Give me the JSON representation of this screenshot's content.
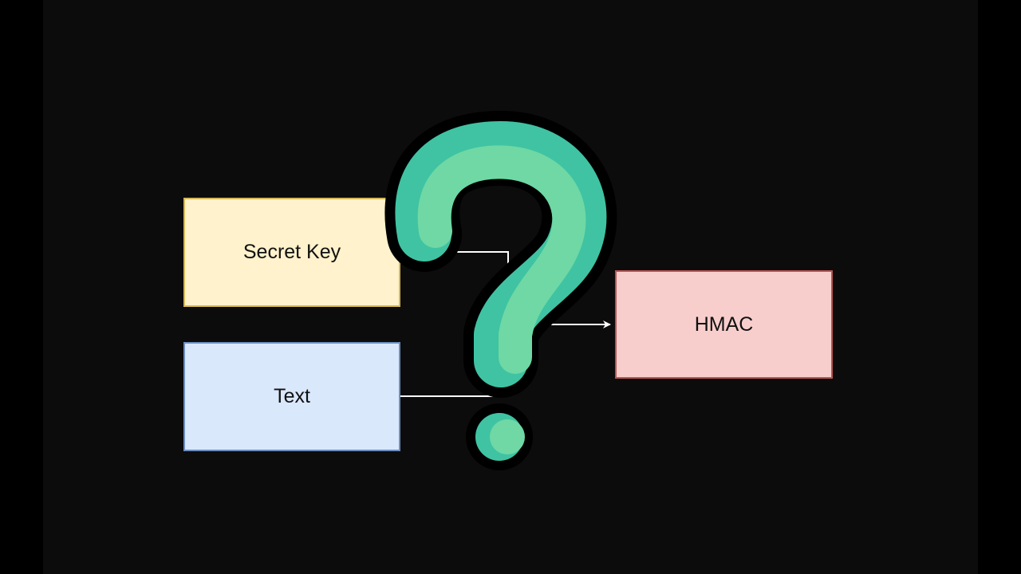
{
  "nodes": {
    "secret_key": {
      "label": "Secret Key",
      "fill": "#fff2cc",
      "stroke": "#d6b656"
    },
    "text": {
      "label": "Text",
      "fill": "#dae8fc",
      "stroke": "#6c8ebf"
    },
    "hmac": {
      "label": "HMAC",
      "fill": "#f8cecc",
      "stroke": "#b85450"
    }
  },
  "edges": [
    {
      "from": "secret_key",
      "to": "hmac"
    },
    {
      "from": "text",
      "to": "hmac"
    }
  ],
  "overlay_icon": {
    "name": "question-mark-icon",
    "fill": "#6fd8a4",
    "shade": "#3fc3a3",
    "outline": "#000000"
  },
  "colors": {
    "connector": "#ffffff",
    "canvas": "#0c0c0c",
    "frame": "#000000"
  }
}
